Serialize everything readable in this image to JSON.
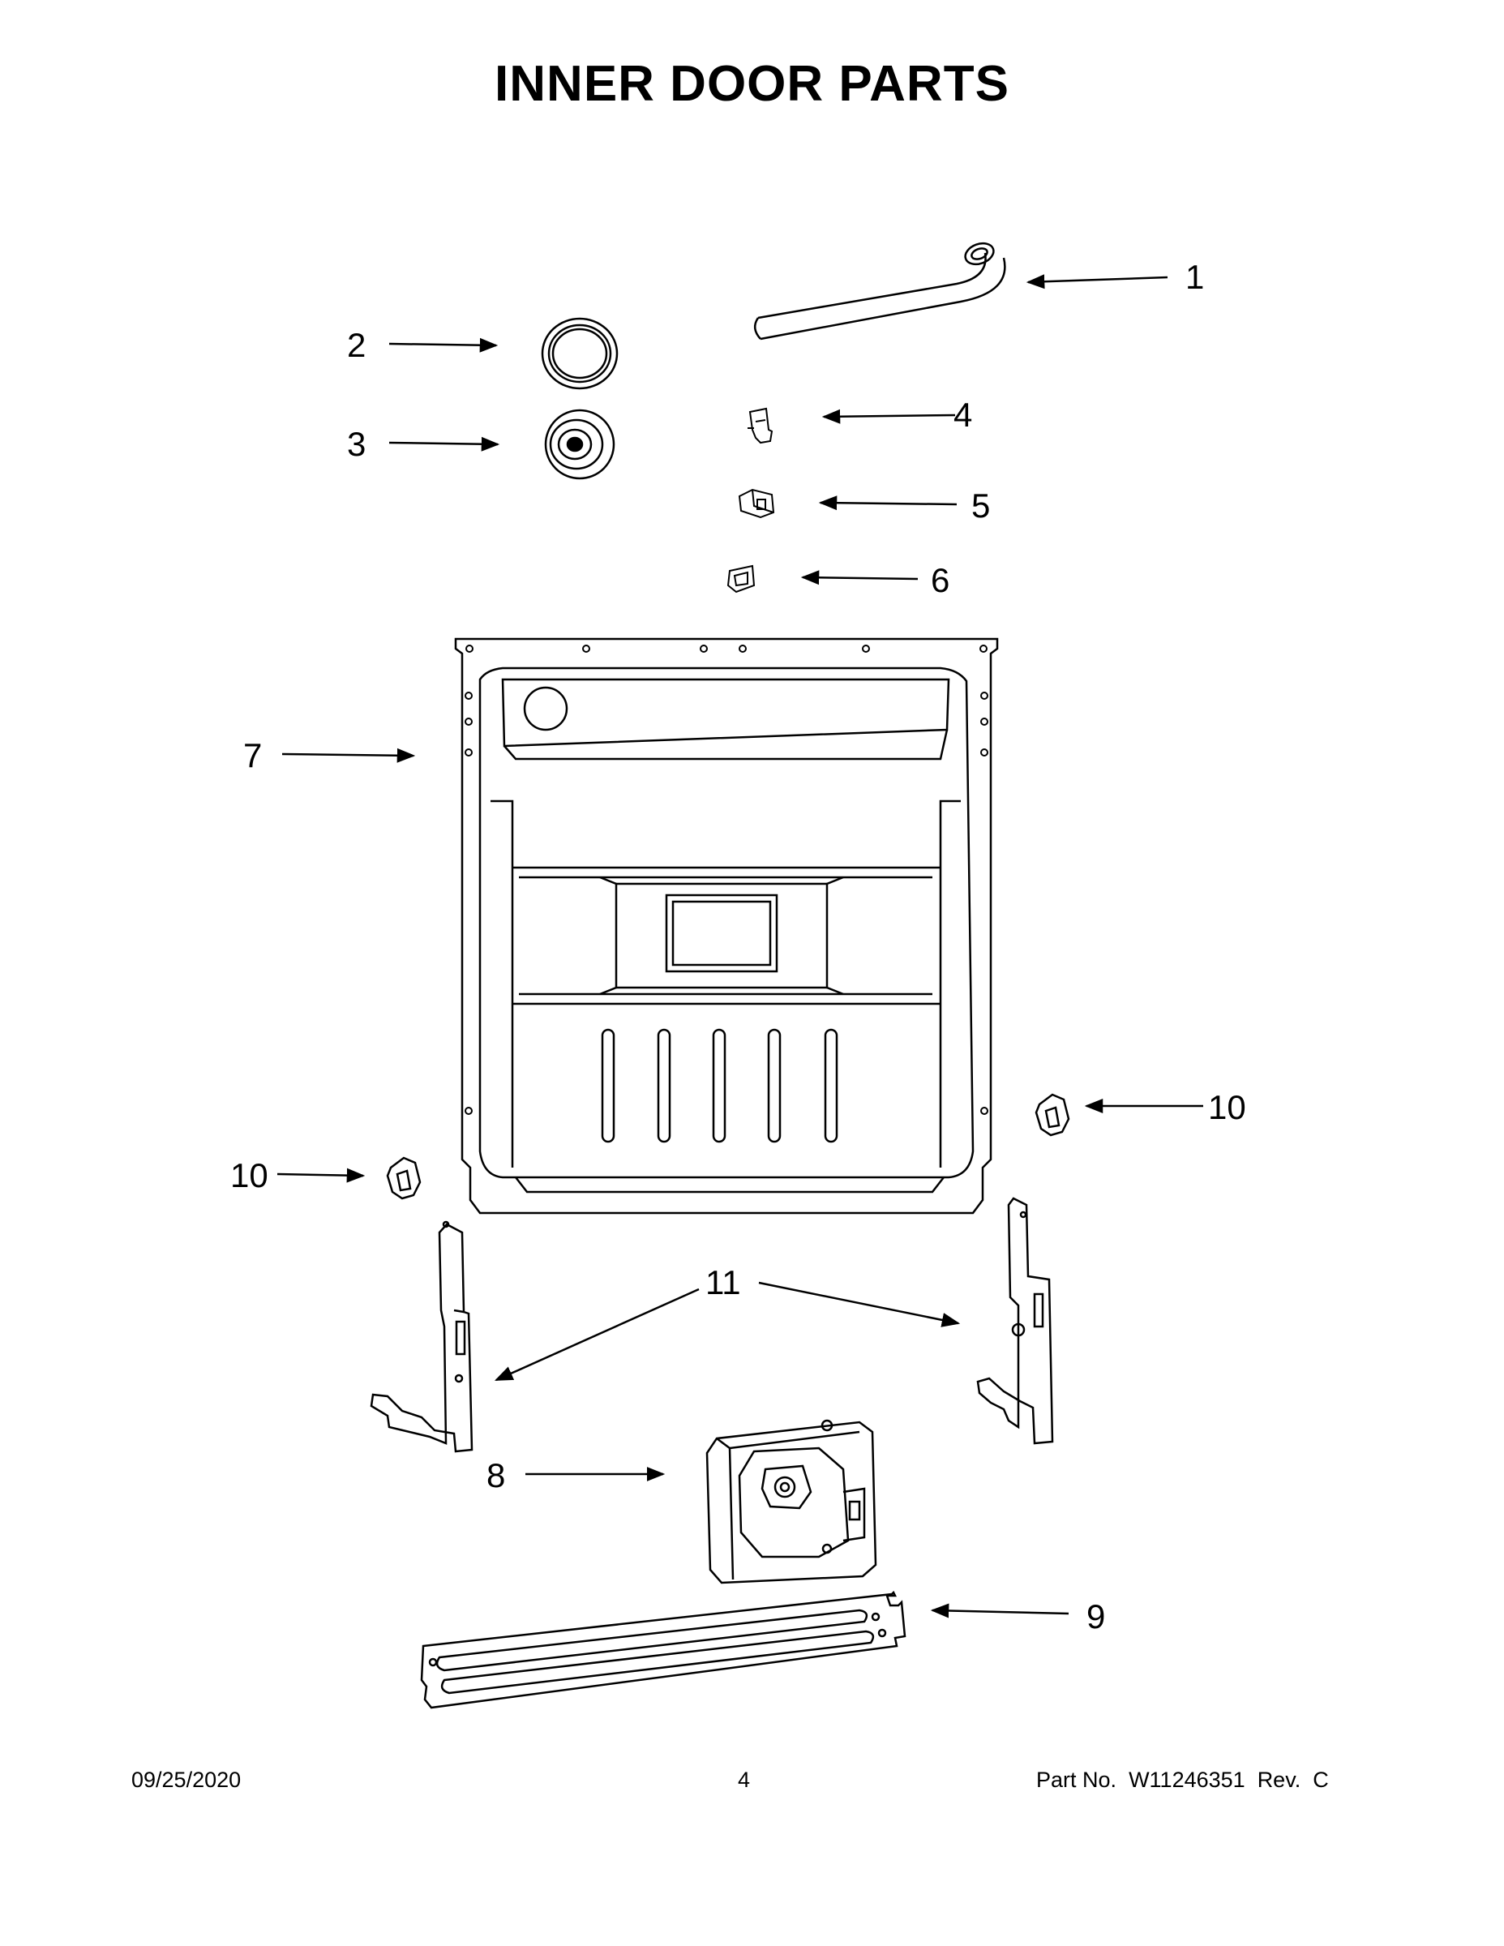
{
  "title": "INNER DOOR PARTS",
  "callouts": {
    "c1": "1",
    "c2": "2",
    "c3": "3",
    "c4": "4",
    "c5": "5",
    "c6": "6",
    "c7": "7",
    "c8": "8",
    "c9": "9",
    "c10a": "10",
    "c10b": "10",
    "c11": "11"
  },
  "footer": {
    "date": "09/25/2020",
    "page": "4",
    "part_label": "Part No.",
    "part_number": "W11246351",
    "rev_label": "Rev.",
    "rev": "C"
  }
}
